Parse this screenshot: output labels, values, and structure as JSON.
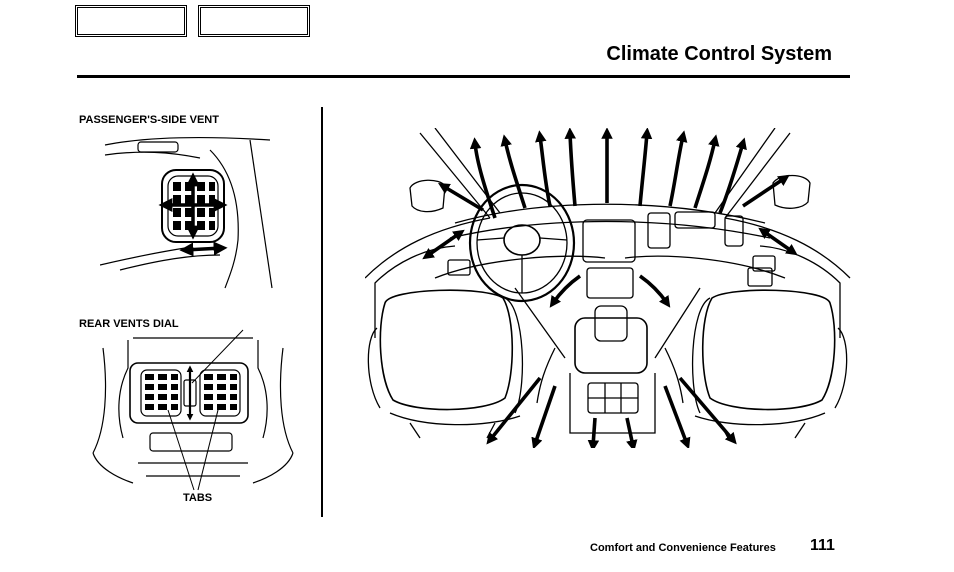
{
  "nav": {
    "buttons": [
      "",
      ""
    ]
  },
  "header": {
    "title": "Climate Control System"
  },
  "figures": {
    "passenger_vent": {
      "caption": "PASSENGER'S-SIDE VENT"
    },
    "rear_vents": {
      "caption": "REAR VENTS DIAL",
      "callout": "TABS"
    },
    "interior": {
      "caption": ""
    }
  },
  "footer": {
    "section": "Comfort and Convenience Features",
    "page_number": "111"
  }
}
